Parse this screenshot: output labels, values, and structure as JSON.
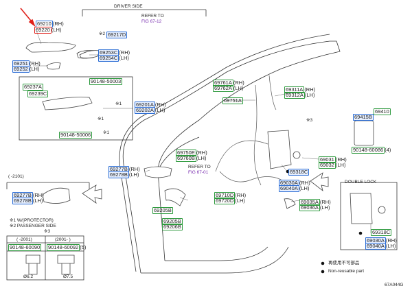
{
  "labels": {
    "p69210": {
      "code": "69210",
      "side": "(RH)"
    },
    "p69220": {
      "code": "69220",
      "side": "(LH)"
    },
    "p69217D": {
      "code": "69217D",
      "side": ""
    },
    "p69253C": {
      "code": "69253C",
      "side": "(RH)"
    },
    "p69254C": {
      "code": "69254C",
      "side": "(LH)"
    },
    "p69251": {
      "code": "69251",
      "side": "(RH)"
    },
    "p69252": {
      "code": "69252",
      "side": "(LH)"
    },
    "p69237A": {
      "code": "69237A",
      "side": ""
    },
    "p69239C": {
      "code": "69239C",
      "side": ""
    },
    "p9014850003": {
      "code": "90148-50003",
      "side": ""
    },
    "p69201A": {
      "code": "69201A",
      "side": "(RH)"
    },
    "p69202A": {
      "code": "69202A",
      "side": "(LH)"
    },
    "p9014850006": {
      "code": "90148-50006",
      "side": ""
    },
    "p69761A": {
      "code": "69761A",
      "side": "(RH)"
    },
    "p69762A": {
      "code": "69762A",
      "side": "(LH)"
    },
    "p69751A": {
      "code": "69751A",
      "side": ""
    },
    "p69311A": {
      "code": "69311A",
      "side": "(RH)"
    },
    "p69312A": {
      "code": "69312A",
      "side": "(LH)"
    },
    "p69415B": {
      "code": "69415B",
      "side": ""
    },
    "p69410": {
      "code": "69410",
      "side": ""
    },
    "p9014860086": {
      "code": "90148-60086",
      "side": "(4)"
    },
    "p69750E": {
      "code": "69750E",
      "side": "(RH)"
    },
    "p69760B": {
      "code": "69760B",
      "side": "(LH)"
    },
    "p69031": {
      "code": "69031",
      "side": "(RH)"
    },
    "p69032": {
      "code": "69032",
      "side": "(LH)"
    },
    "p69277B_top": {
      "code": "69277B",
      "side": "(RH)"
    },
    "p69278B_top": {
      "code": "69278B",
      "side": "(LH)"
    },
    "p69318C_a": {
      "code": "69318C",
      "side": ""
    },
    "p69030A": {
      "code": "69030A",
      "side": "(RH)"
    },
    "p69040A": {
      "code": "69040A",
      "side": "(LH)"
    },
    "p69277B_box": {
      "code": "69277B",
      "side": "(RH)"
    },
    "p69278B_box": {
      "code": "69278B",
      "side": "(LH)"
    },
    "p69710D": {
      "code": "69710D",
      "side": "(RH)"
    },
    "p69720D": {
      "code": "69720D",
      "side": "(LH)"
    },
    "p69035A": {
      "code": "69035A",
      "side": "(RH)"
    },
    "p69036A": {
      "code": "69036A",
      "side": "(LH)"
    },
    "p69205B": {
      "code": "69205B",
      "side": ""
    },
    "p69205B_2": {
      "code": "69205B",
      "side": ""
    },
    "p69206B": {
      "code": "69206B",
      "side": ""
    },
    "p69318C_b": {
      "code": "69318C",
      "side": ""
    },
    "p69030A_b": {
      "code": "69030A",
      "side": "(RH)"
    },
    "p69040A_b": {
      "code": "69040A",
      "side": "(LH)"
    },
    "p9014860090": {
      "code": "90148-60090",
      "side": ""
    },
    "p9014860092": {
      "code": "90148-60092",
      "side": "(5)"
    }
  },
  "texts": {
    "driver_side": "DRIVER SIDE",
    "refer_to_1": "REFER TO",
    "fig_1": "FIG 67-12",
    "refer_to_2": "REFER TO",
    "fig_2": "FIG 67-01",
    "mark1_a": "※1",
    "mark1_b": "※1",
    "mark1_c": "※1",
    "mark2": "※2",
    "mark3": "※3",
    "range_2101": "(   -2101)",
    "note_1": "※1 W/(PROTECTOR)",
    "note_2": "※2 PASSENGER SIDE",
    "note_3": "※3",
    "date_col1": "(   -2001)",
    "date_col2": "(2001-   )",
    "dia_1": "Ø6.2",
    "dia_2": "Ø7.5",
    "double_lock": "DOUBLE LOCK",
    "legend_1": "再使用不可部品",
    "legend_2": "Non-reusable part",
    "fig_code": "67A044G"
  }
}
